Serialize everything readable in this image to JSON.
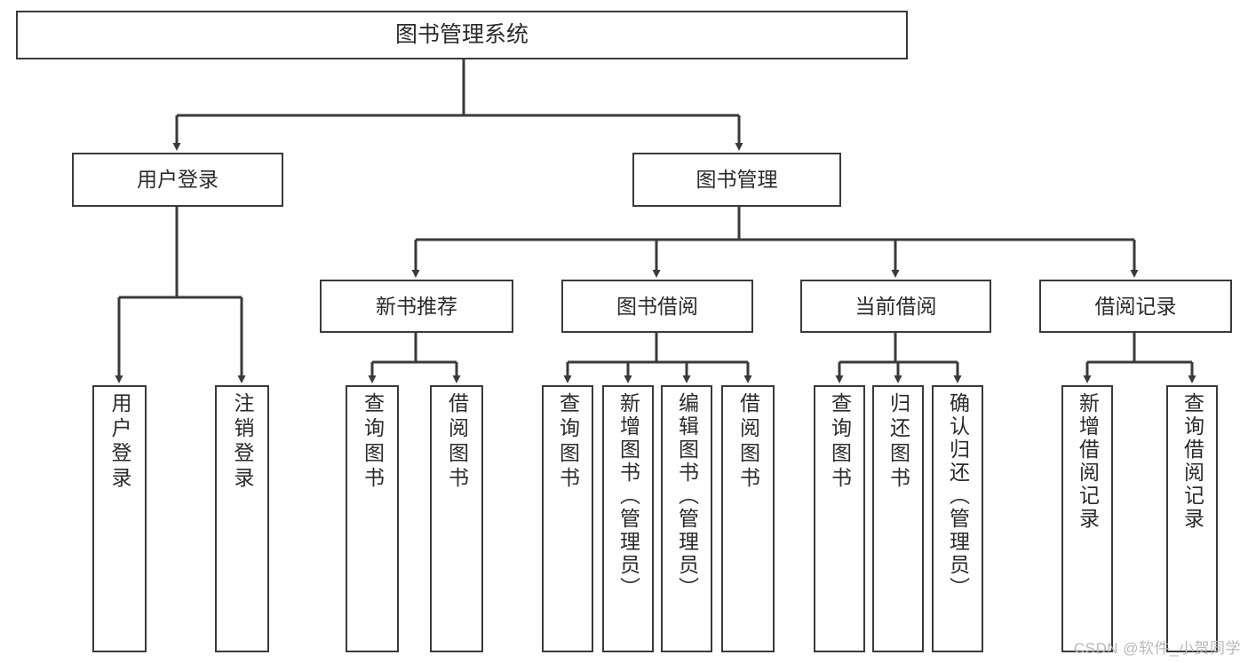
{
  "diagram": {
    "type": "tree-hierarchy-flowchart",
    "title": "图书管理系统",
    "orientation": "top-down",
    "theme": {
      "background": "#ffffff",
      "node_fill": "#ffffff",
      "node_border": "#3a3a3a",
      "connector": "#3a3a3a",
      "text": "#2b2b2b",
      "watermark": "#b8b8b8"
    }
  },
  "root": {
    "label": "图书管理系统"
  },
  "level1": [
    {
      "label": "用户登录"
    },
    {
      "label": "图书管理"
    }
  ],
  "level2": [
    {
      "label": "新书推荐"
    },
    {
      "label": "图书借阅"
    },
    {
      "label": "当前借阅"
    },
    {
      "label": "借阅记录"
    }
  ],
  "leaves": {
    "user_login": [
      {
        "label": "用户登录"
      },
      {
        "label": "注销登录"
      }
    ],
    "new_book_recommend": [
      {
        "label": "查询图书"
      },
      {
        "label": "借阅图书"
      }
    ],
    "book_borrow": [
      {
        "label": "查询图书"
      },
      {
        "label": "新增图书（管理员）"
      },
      {
        "label": "编辑图书（管理员）"
      },
      {
        "label": "借阅图书"
      }
    ],
    "current_borrow": [
      {
        "label": "查询图书"
      },
      {
        "label": "归还图书"
      },
      {
        "label": "确认归还（管理员）"
      }
    ],
    "borrow_records": [
      {
        "label": "新增借阅记录"
      },
      {
        "label": "查询借阅记录"
      }
    ]
  },
  "watermark": {
    "text": "CSDN @软件_小贺同学"
  }
}
